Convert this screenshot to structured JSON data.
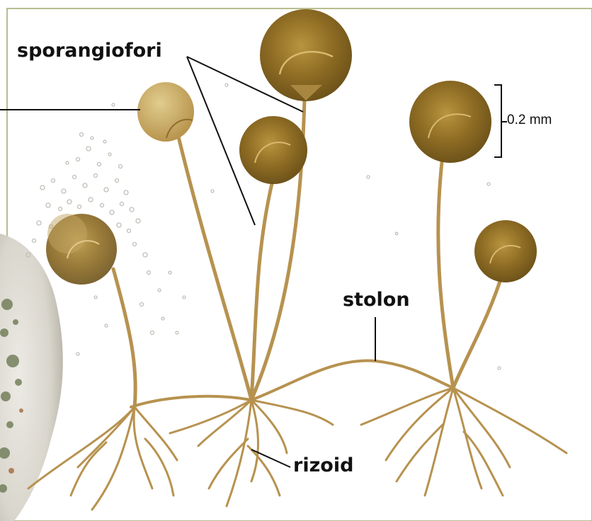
{
  "labels": {
    "sporangiofori": "sporangiofori",
    "stolon": "stolon",
    "rizoid": "rizoid",
    "scale_bar": "0.2 mm"
  },
  "colors": {
    "frame_border": "#b9bd8f",
    "hyphae": "#b7924f",
    "sporangium": "#8a6a24",
    "sporangium_light": "#c7a75e",
    "bread_crust": "#d8d6cf",
    "mold_spots": "#6d7a55",
    "spores": "#c9c6bf",
    "leader_lines": "#111111"
  }
}
